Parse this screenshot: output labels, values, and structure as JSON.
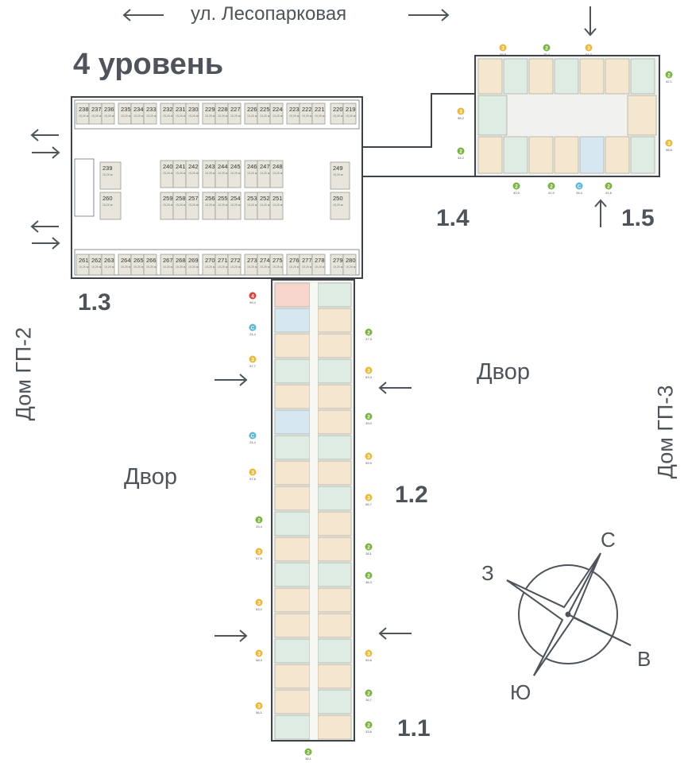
{
  "street": "ул. Лесопарковая",
  "level_title": "4 уровень",
  "sections": {
    "s1_1": "1.1",
    "s1_2": "1.2",
    "s1_3": "1.3",
    "s1_4": "1.4",
    "s1_5": "1.5"
  },
  "yard_labels": {
    "yard_right": "Двор",
    "yard_left": "Двор"
  },
  "neighbors": {
    "left": "Дом ГП-2",
    "right": "Дом ГП-3"
  },
  "compass": {
    "north": "С",
    "west": "З",
    "east": "В",
    "south": "Ю"
  },
  "storage_area": "15,25 м²",
  "storage": {
    "top_row": [
      "238",
      "237",
      "236",
      "235",
      "234",
      "233",
      "232",
      "231",
      "230",
      "229",
      "228",
      "227",
      "226",
      "225",
      "224",
      "223",
      "222",
      "221",
      "220",
      "219"
    ],
    "mid_upper": [
      "240",
      "241",
      "242",
      "243",
      "244",
      "245",
      "246",
      "247",
      "248"
    ],
    "mid_lower": [
      "259",
      "258",
      "257",
      "256",
      "255",
      "254",
      "253",
      "252",
      "251"
    ],
    "left_upper": "239",
    "left_lower": "260",
    "right_upper": "249",
    "right_lower": "250",
    "bottom_row": [
      "261",
      "262",
      "263",
      "264",
      "265",
      "266",
      "267",
      "268",
      "269",
      "270",
      "271",
      "272",
      "273",
      "274",
      "275",
      "276",
      "277",
      "278",
      "279",
      "280"
    ]
  },
  "apartment_markers": [
    {
      "type": "4",
      "area": "95,4",
      "color": "#d9463b"
    },
    {
      "type": "С",
      "area": "24,4",
      "color": "#5bb8d4"
    },
    {
      "type": "3",
      "area": "57,7",
      "color": "#e9b93a"
    },
    {
      "type": "2",
      "area": "37,5",
      "color": "#7cb342"
    },
    {
      "type": "3",
      "area": "63,3",
      "color": "#e9b93a"
    },
    {
      "type": "2",
      "area": "39,0",
      "color": "#7cb342"
    },
    {
      "type": "С",
      "area": "24,4",
      "color": "#5bb8d4"
    },
    {
      "type": "3",
      "area": "59,9",
      "color": "#e9b93a"
    },
    {
      "type": "3",
      "area": "57,6",
      "color": "#e9b93a"
    },
    {
      "type": "3",
      "area": "66,7",
      "color": "#e9b93a"
    },
    {
      "type": "2",
      "area": "33,4",
      "color": "#7cb342"
    },
    {
      "type": "3",
      "area": "57,6",
      "color": "#e9b93a"
    },
    {
      "type": "2",
      "area": "38,1",
      "color": "#7cb342"
    },
    {
      "type": "3",
      "area": "63,2",
      "color": "#e9b93a"
    },
    {
      "type": "2",
      "area": "38,3",
      "color": "#7cb342"
    },
    {
      "type": "3",
      "area": "58,3",
      "color": "#e9b93a"
    },
    {
      "type": "3",
      "area": "59,8",
      "color": "#e9b93a"
    },
    {
      "type": "3",
      "area": "56,1",
      "color": "#e9b93a"
    },
    {
      "type": "2",
      "area": "36,7",
      "color": "#7cb342"
    },
    {
      "type": "2",
      "area": "33,6",
      "color": "#7cb342"
    },
    {
      "type": "2",
      "area": "38,1",
      "color": "#7cb342"
    },
    {
      "type": "3",
      "area": "59,8",
      "color": "#e9b93a"
    },
    {
      "type": "2",
      "area": "36,4",
      "color": "#7cb342"
    },
    {
      "type": "3",
      "area": "64,3",
      "color": "#e9b93a"
    },
    {
      "type": "3",
      "area": "58,2",
      "color": "#e9b93a"
    },
    {
      "type": "2",
      "area": "44,2",
      "color": "#7cb342"
    },
    {
      "type": "2",
      "area": "42,1",
      "color": "#7cb342"
    },
    {
      "type": "3",
      "area": "58,8",
      "color": "#e9b93a"
    },
    {
      "type": "2",
      "area": "40,5",
      "color": "#7cb342"
    },
    {
      "type": "2",
      "area": "41,0",
      "color": "#7cb342"
    },
    {
      "type": "С",
      "area": "26,4",
      "color": "#5bb8d4"
    },
    {
      "type": "2",
      "area": "41,6",
      "color": "#7cb342"
    }
  ]
}
